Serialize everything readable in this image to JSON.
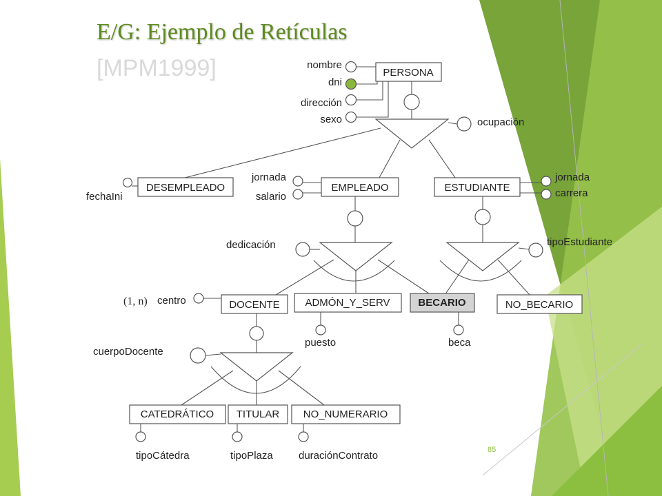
{
  "slide": {
    "title": "E/G: Ejemplo de Retículas",
    "reference": "[MPM1999]",
    "page_number": "85"
  },
  "colors": {
    "accent": "#8cbf3f",
    "accent_dark": "#5e8a1f",
    "identifier_fill": "#8ab83a",
    "highlight_entity": "#d4d4d4"
  },
  "entities": {
    "persona": "PERSONA",
    "desempleado": "DESEMPLEADO",
    "empleado": "EMPLEADO",
    "estudiante": "ESTUDIANTE",
    "docente": "DOCENTE",
    "admon": "ADMÓN_Y_SERV",
    "becario": "BECARIO",
    "no_becario": "NO_BECARIO",
    "catedratico": "CATEDRÁTICO",
    "titular": "TITULAR",
    "no_numerario": "NO_NUMERARIO"
  },
  "attributes": {
    "nombre": "nombre",
    "dni": "dni",
    "direccion": "dirección",
    "sexo": "sexo",
    "ocupacion": "ocupación",
    "fechaini": "fechaIni",
    "jornada_emp": "jornada",
    "salario": "salario",
    "jornada_est": "jornada",
    "carrera": "carrera",
    "dedicacion": "dedicación",
    "tipo_estudiante": "tipoEstudiante",
    "cardinality": "(1, n)",
    "centro": "centro",
    "puesto": "puesto",
    "beca": "beca",
    "cuerpo_docente": "cuerpoDocente",
    "tipo_catedra": "tipoCátedra",
    "tipo_plaza": "tipoPlaza",
    "duracion_contrato": "duraciónContrato"
  }
}
